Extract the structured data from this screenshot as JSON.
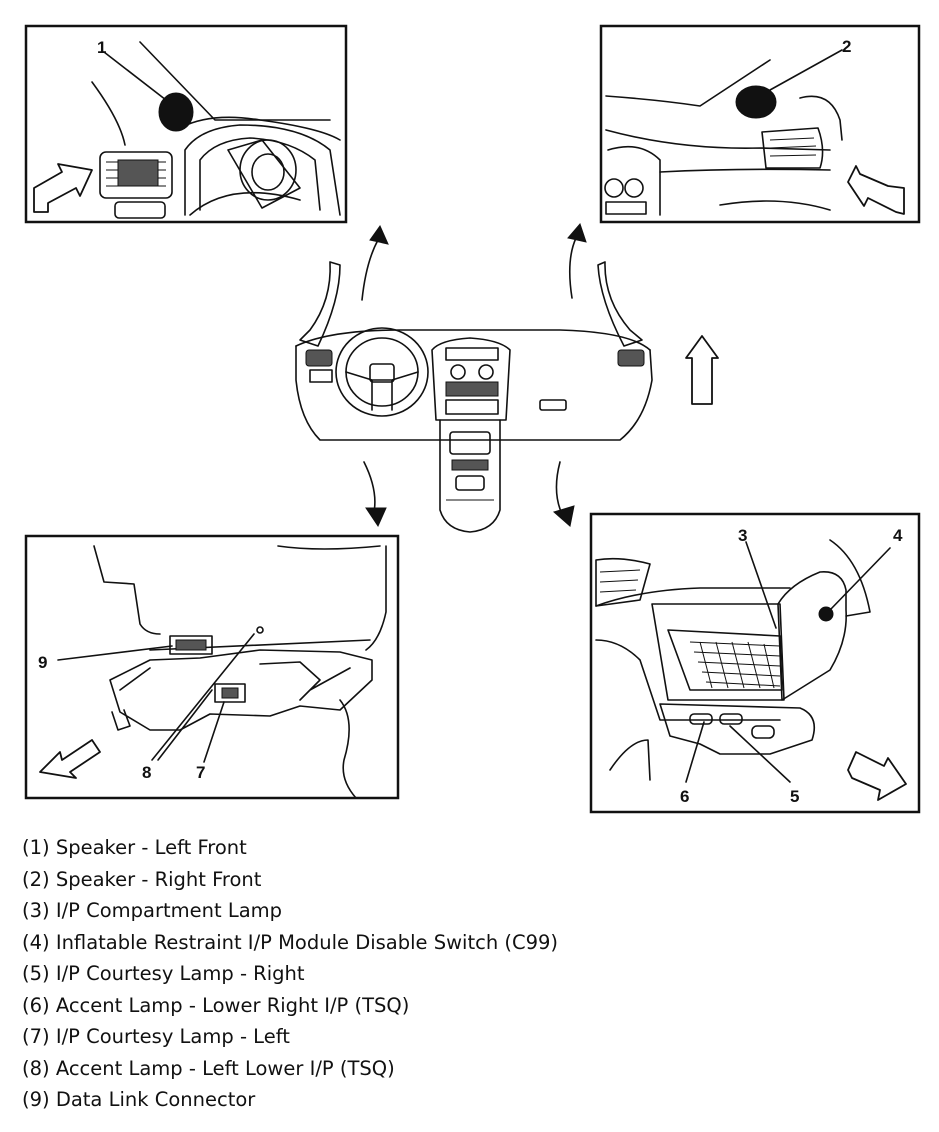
{
  "callouts": [
    "1",
    "2",
    "3",
    "4",
    "5",
    "6",
    "7",
    "8",
    "9"
  ],
  "legend": [
    "(1) Speaker - Left Front",
    "(2) Speaker - Right Front",
    "(3) I/P Compartment Lamp",
    "(4) Inflatable Restraint I/P Module Disable Switch (C99)",
    "(5) I/P Courtesy Lamp - Right",
    "(6) Accent Lamp - Lower Right I/P (TSQ)",
    "(7) I/P Courtesy Lamp - Left",
    "(8) Accent Lamp - Left Lower I/P (TSQ)",
    "(9) Data Link Connector"
  ],
  "icons": [
    "speaker-icon",
    "view-direction-arrow-icon",
    "curved-callout-arrow-icon",
    "front-direction-arrow-icon"
  ]
}
